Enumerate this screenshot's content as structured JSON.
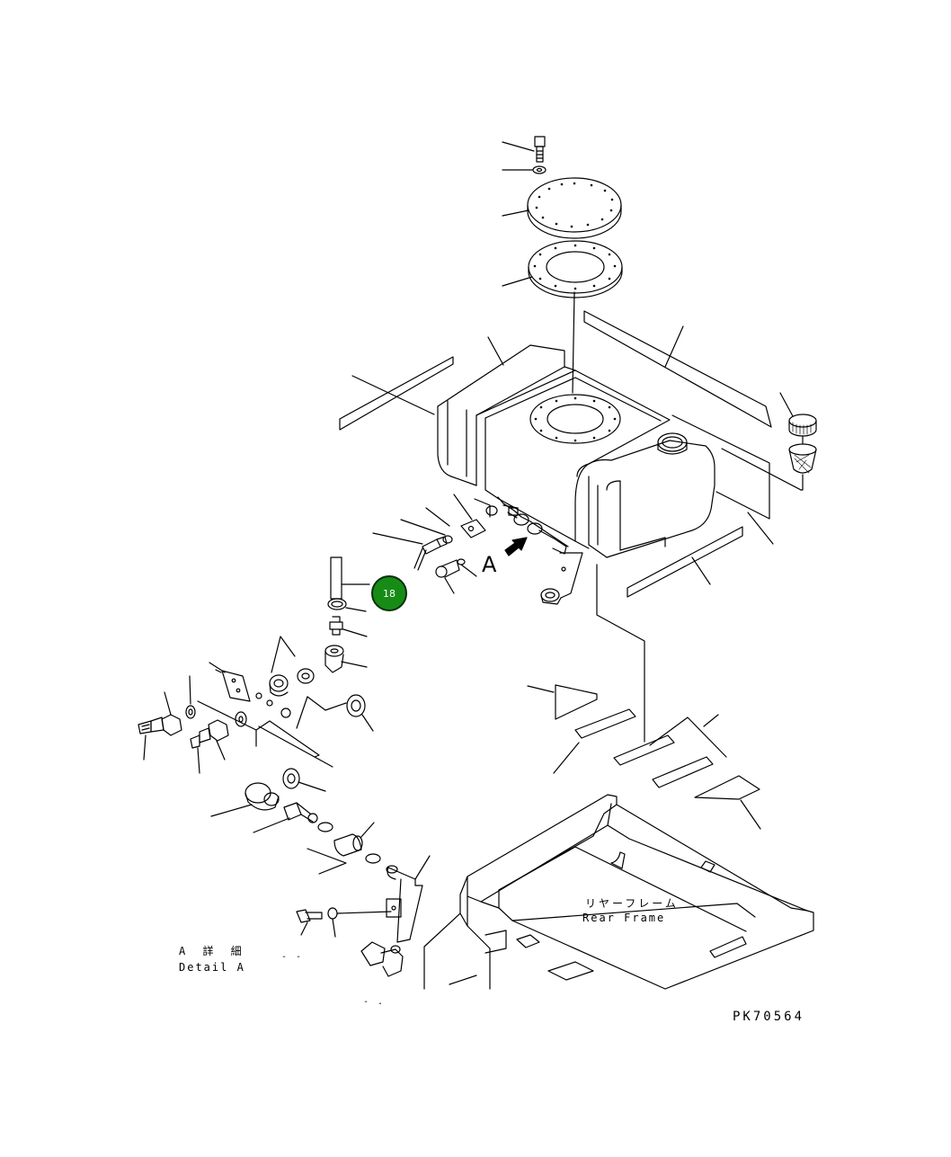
{
  "callout": {
    "number": "18",
    "fill": "#168c16"
  },
  "view_marker": "A",
  "detail_label": {
    "jp": "A 詳 細",
    "en": "Detail A"
  },
  "frame_label": {
    "jp": "リヤーフレーム",
    "en": "Rear Frame"
  },
  "drawing_number": "PK70564",
  "stray_marks": [
    "- -",
    "- ."
  ]
}
